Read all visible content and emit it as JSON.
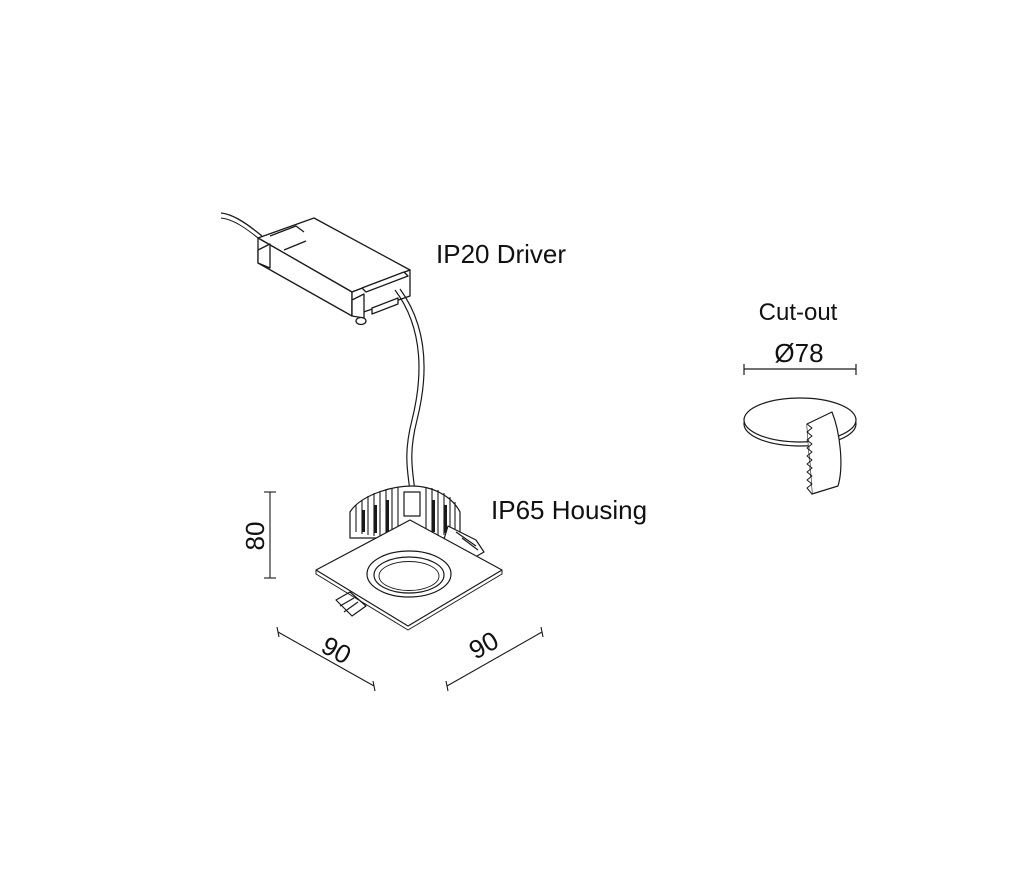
{
  "labels": {
    "driver": "IP20 Driver",
    "housing": "IP65 Housing",
    "cutout_title": "Cut-out",
    "cutout_diameter": "Ø78"
  },
  "dimensions": {
    "height": "80",
    "width_left": "90",
    "width_right": "90"
  },
  "colors": {
    "line": "#1a1a1a",
    "text": "#111111",
    "background": "#ffffff"
  }
}
